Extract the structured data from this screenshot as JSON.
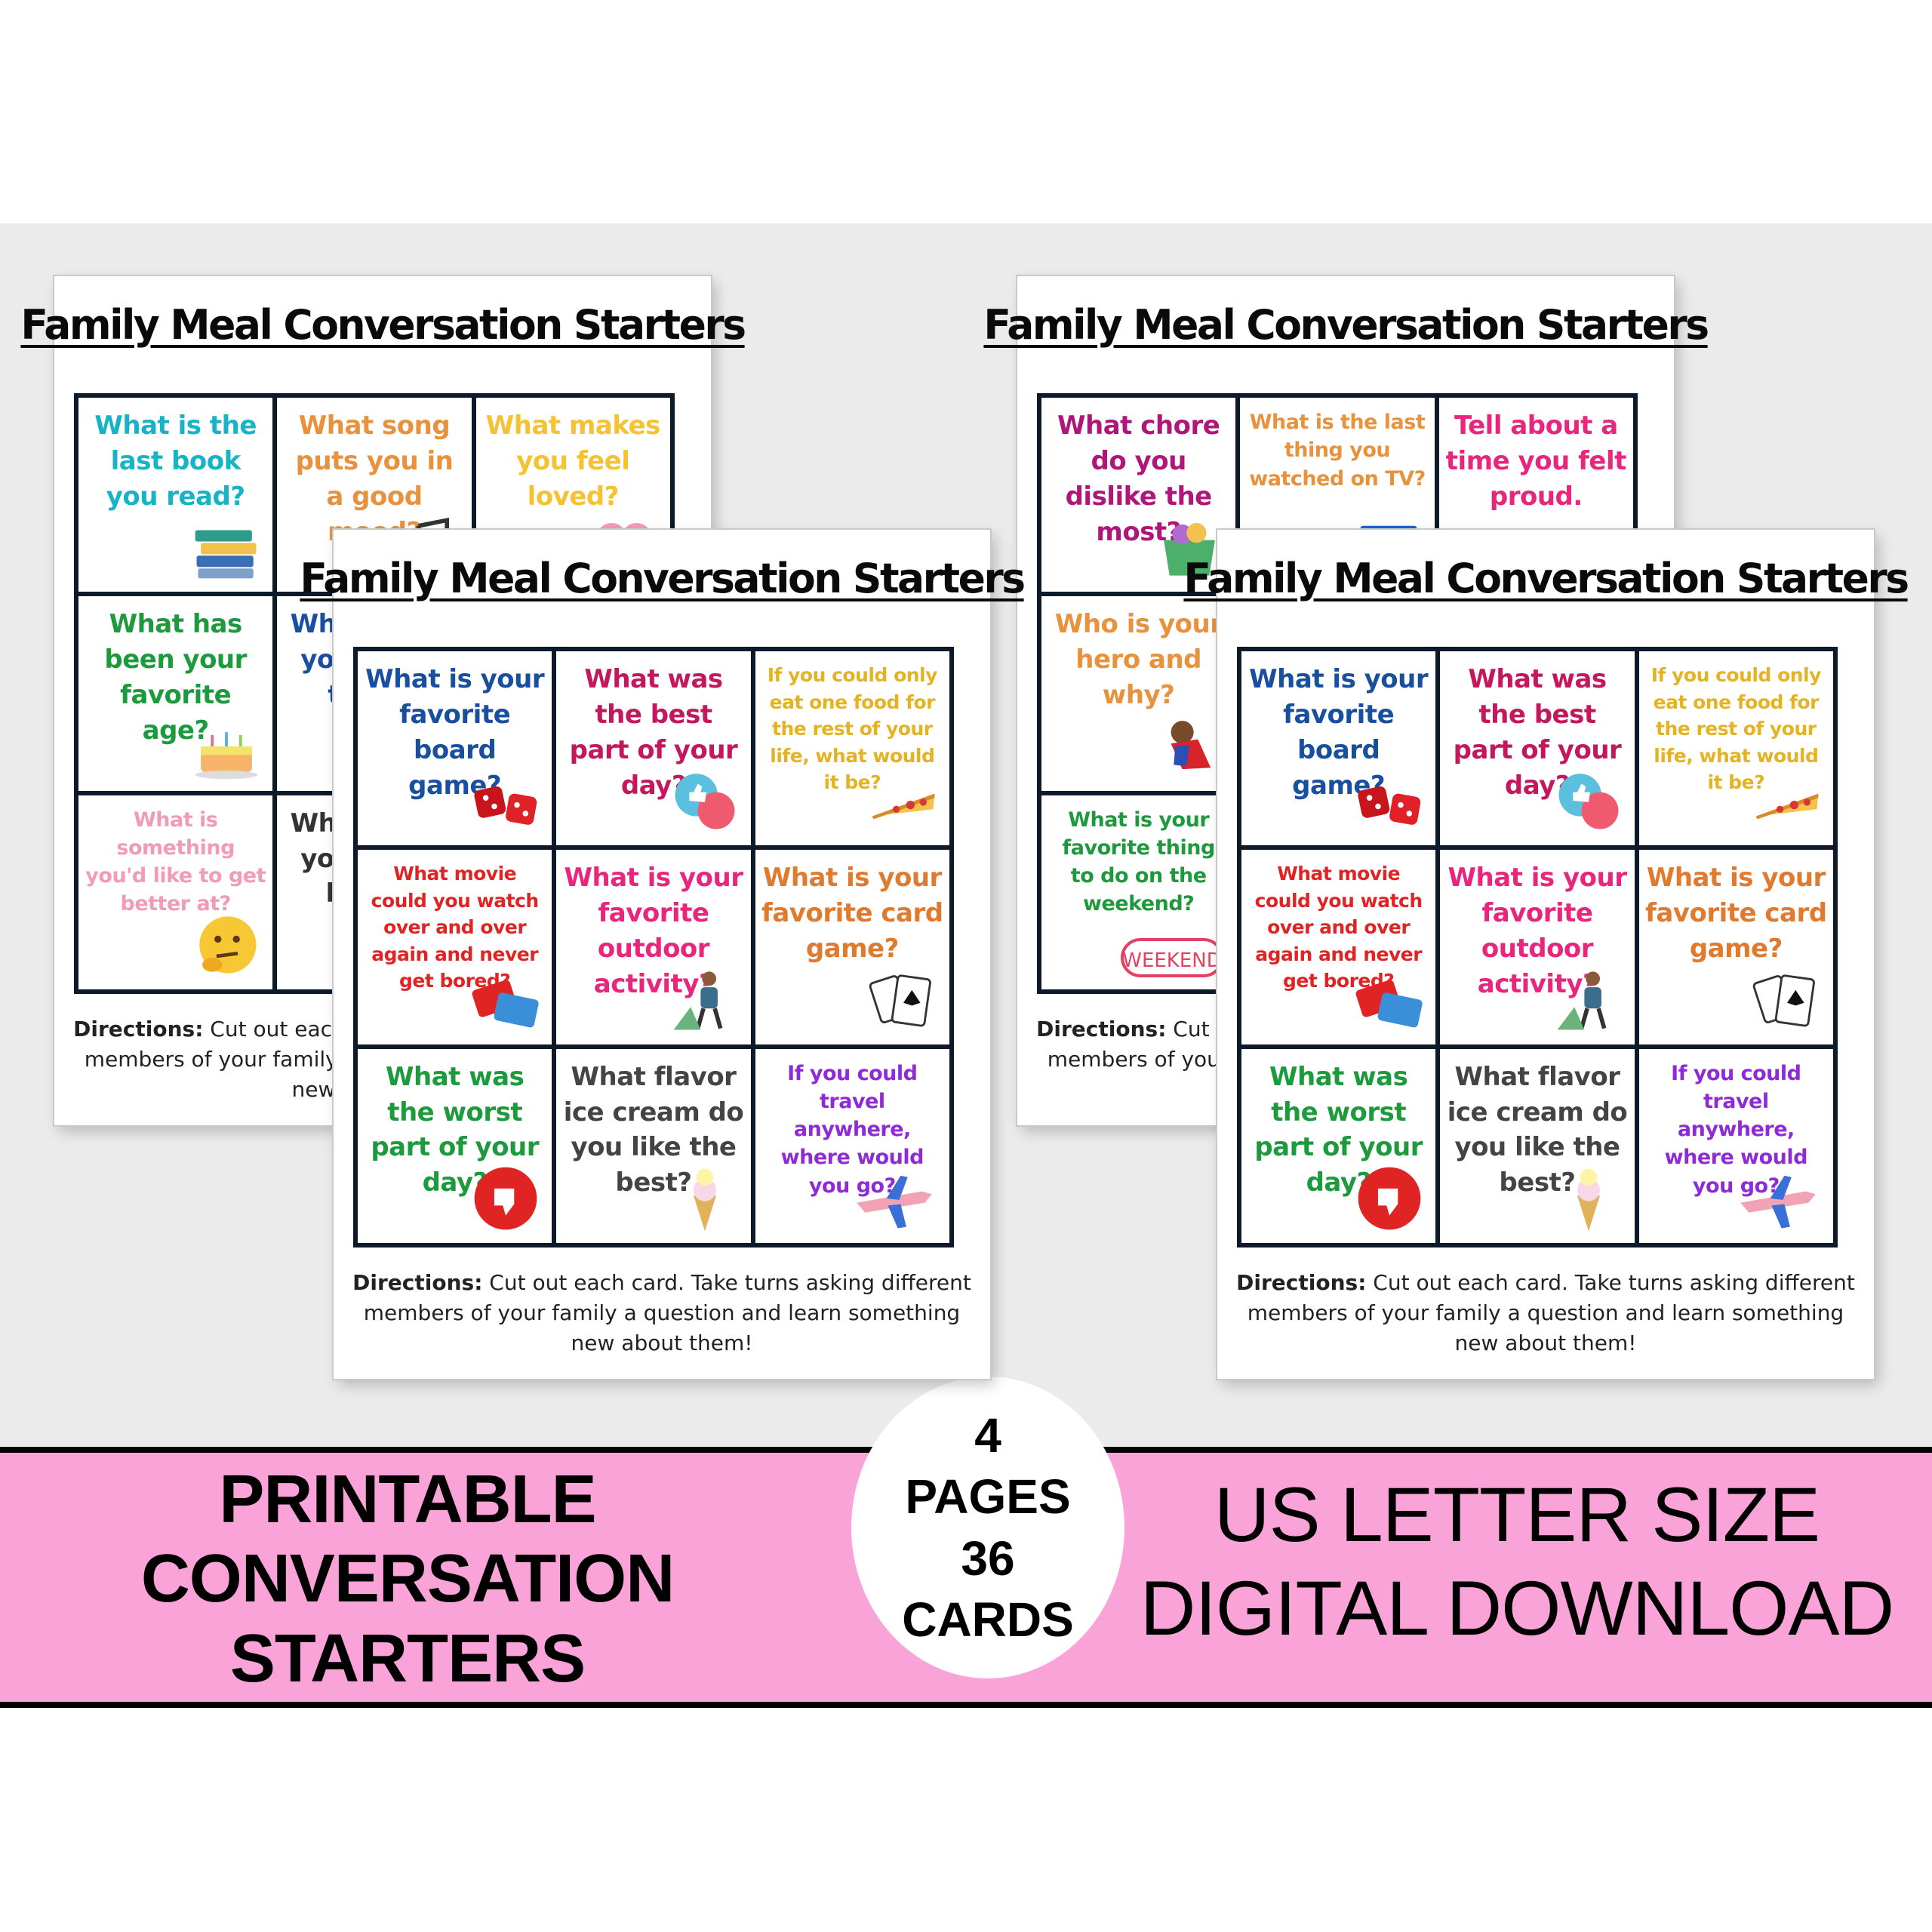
{
  "sheets": [
    {
      "title": "Family Meal Conversation Starters",
      "cards": [
        {
          "text": "What is the last book you read?",
          "color": "#17b3c6",
          "size": "",
          "icon": "books-icon"
        },
        {
          "text": "What song puts you in a good mood?",
          "color": "#e8923d",
          "size": "",
          "icon": "music-icon"
        },
        {
          "text": "What makes you feel loved?",
          "color": "#f4c233",
          "size": "",
          "icon": "heart-icon"
        },
        {
          "text": "What has been your favorite age?",
          "color": "#1d9a3c",
          "size": "",
          "icon": "birthday-cake-icon"
        },
        {
          "text": "What would you like to teach?",
          "color": "#184f9e",
          "size": "",
          "icon": ""
        },
        {
          "text": "",
          "color": "#000000",
          "size": "",
          "icon": ""
        },
        {
          "text": "What is something you'd like to get better at?",
          "color": "#f29bb8",
          "size": "sm",
          "icon": "thinking-face-icon"
        },
        {
          "text": "What would you like to be a ...",
          "color": "#333333",
          "size": "",
          "icon": ""
        },
        {
          "text": "",
          "color": "#000000",
          "size": "",
          "icon": ""
        }
      ],
      "directions_label": "Directions:",
      "directions_text": " Cut out each card. Take turns asking different members of your family a question and learn something new about them!"
    },
    {
      "title": "Family Meal Conversation Starters",
      "cards": [
        {
          "text": "What chore do you dislike the most?",
          "color": "#b0157a",
          "size": "",
          "icon": "laundry-basket-icon"
        },
        {
          "text": "What is the last thing you watched on TV?",
          "color": "#e8923d",
          "size": "sm",
          "icon": "tv-icon"
        },
        {
          "text": "Tell about a time you felt proud.",
          "color": "#e8267d",
          "size": "",
          "icon": "trophy-icon"
        },
        {
          "text": "Who is your hero and why?",
          "color": "#e8923d",
          "size": "",
          "icon": "superhero-icon"
        },
        {
          "text": "",
          "color": "#000000",
          "size": "",
          "icon": ""
        },
        {
          "text": "",
          "color": "#000000",
          "size": "",
          "icon": ""
        },
        {
          "text": "What is your favorite thing to do on the weekend?",
          "color": "#1d9a3c",
          "size": "sm",
          "icon": "weekend-stamp-icon"
        },
        {
          "text": "",
          "color": "#000000",
          "size": "",
          "icon": ""
        },
        {
          "text": "",
          "color": "#000000",
          "size": "",
          "icon": ""
        }
      ],
      "directions_label": "Directions:",
      "directions_text": " Cut out each card. Take turns asking different members of your family a question and learn something new about them!"
    },
    {
      "title": "Family Meal Conversation Starters",
      "cards": [
        {
          "text": "What is your favorite board game?",
          "color": "#184f9e",
          "size": "",
          "icon": "dice-icon"
        },
        {
          "text": "What was the best part of your day?",
          "color": "#c4185e",
          "size": "",
          "icon": "like-bubble-icon"
        },
        {
          "text": "If you could only eat one food for the rest of your life, what would it be?",
          "color": "#e3b324",
          "size": "xs",
          "icon": "pizza-icon"
        },
        {
          "text": "What movie could you watch over and over again and never get bored?",
          "color": "#e02424",
          "size": "xs",
          "icon": "cinema-ticket-icon"
        },
        {
          "text": "What is your favorite outdoor activity?",
          "color": "#e8267d",
          "size": "",
          "icon": "hiker-icon"
        },
        {
          "text": "What is your favorite card game?",
          "color": "#e07a2e",
          "size": "",
          "icon": "playing-cards-icon"
        },
        {
          "text": "What was the worst part of your day?",
          "color": "#1d9a3c",
          "size": "",
          "icon": "thumbs-down-icon"
        },
        {
          "text": "What flavor ice cream do you like the best?",
          "color": "#444444",
          "size": "",
          "icon": "ice-cream-icon"
        },
        {
          "text": "If you could travel anywhere, where would you go?",
          "color": "#8e2bd6",
          "size": "sm",
          "icon": "airplane-icon"
        }
      ],
      "directions_label": "Directions:",
      "directions_text": " Cut out each card. Take turns asking different members of your family a question and learn something new about them!"
    },
    {
      "title": "Family Meal Conversation Starters",
      "cards": [
        {
          "text": "What is your favorite board game?",
          "color": "#184f9e",
          "size": "",
          "icon": "dice-icon"
        },
        {
          "text": "What was the best part of your day?",
          "color": "#c4185e",
          "size": "",
          "icon": "like-bubble-icon"
        },
        {
          "text": "If you could only eat one food for the rest of your life, what would it be?",
          "color": "#e3b324",
          "size": "xs",
          "icon": "pizza-icon"
        },
        {
          "text": "What movie could you watch over and over again and never get bored?",
          "color": "#e02424",
          "size": "xs",
          "icon": "cinema-ticket-icon"
        },
        {
          "text": "What is your favorite outdoor activity?",
          "color": "#e8267d",
          "size": "",
          "icon": "hiker-icon"
        },
        {
          "text": "What is your favorite card game?",
          "color": "#e07a2e",
          "size": "",
          "icon": "playing-cards-icon"
        },
        {
          "text": "What was the worst part of your day?",
          "color": "#1d9a3c",
          "size": "",
          "icon": "thumbs-down-icon"
        },
        {
          "text": "What flavor ice cream do you like the best?",
          "color": "#444444",
          "size": "",
          "icon": "ice-cream-icon"
        },
        {
          "text": "If you could travel anywhere, where would you go?",
          "color": "#8e2bd6",
          "size": "sm",
          "icon": "airplane-icon"
        }
      ],
      "directions_label": "Directions:",
      "directions_text": " Cut out each card. Take turns asking different members of your family a question and learn something new about them!"
    }
  ],
  "banner": {
    "left_lines": [
      "PRINTABLE",
      "CONVERSATION",
      "STARTERS"
    ],
    "badge_lines": [
      "4",
      "PAGES",
      "36",
      "CARDS"
    ],
    "right_lines": [
      "US LETTER SIZE",
      "DIGITAL DOWNLOAD"
    ],
    "background_color": "#f9a3d9"
  }
}
